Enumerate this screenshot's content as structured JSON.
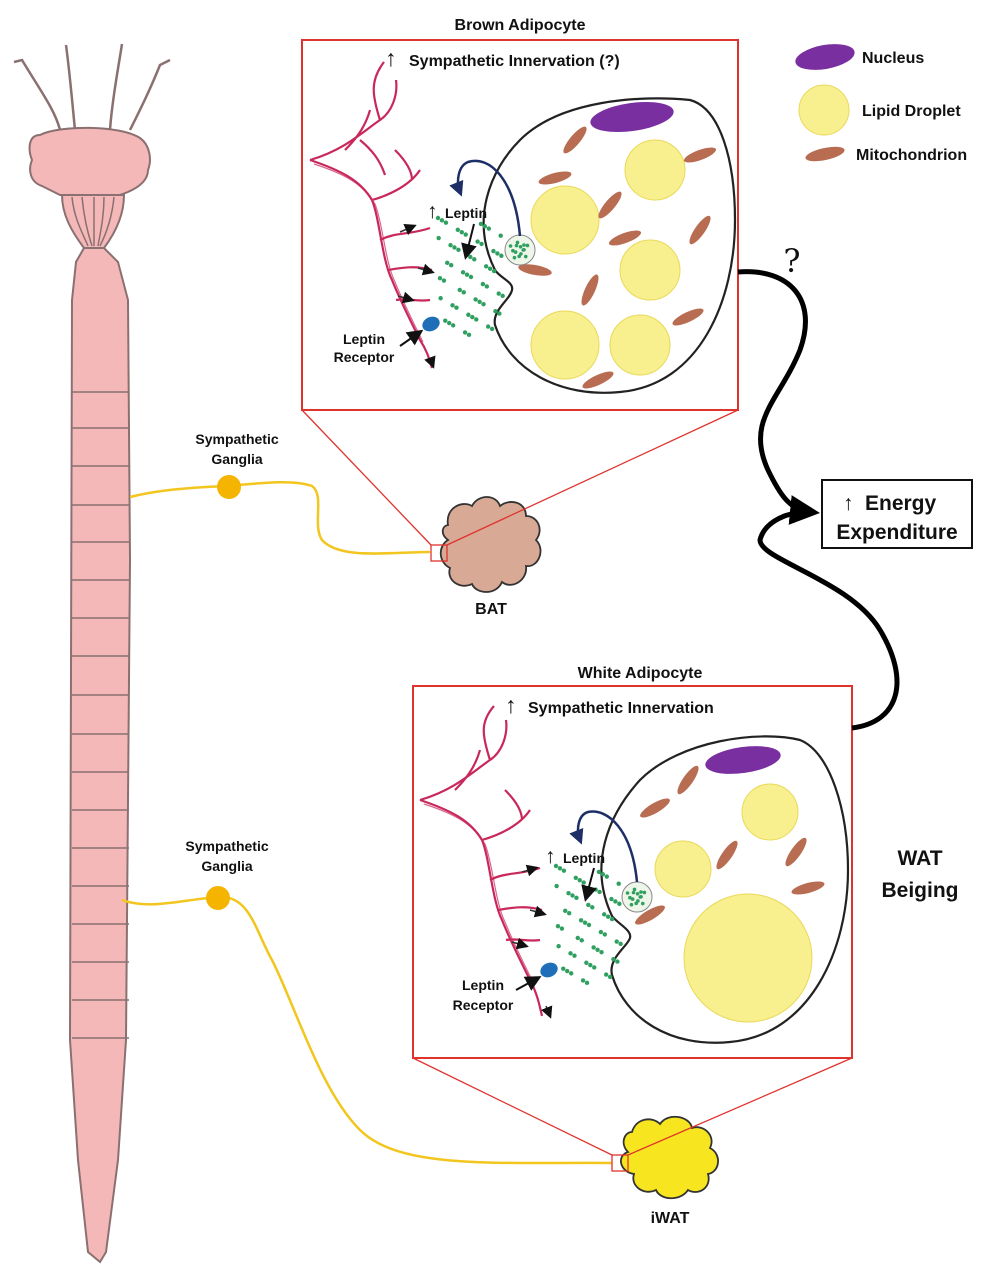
{
  "brown_panel": {
    "title": "Brown Adipocyte",
    "header": "Sympathetic Innervation (?)",
    "leptin": "Leptin",
    "receptor_line1": "Leptin",
    "receptor_line2": "Receptor"
  },
  "white_panel": {
    "title": "White Adipocyte",
    "header": "Sympathetic Innervation",
    "leptin": "Leptin",
    "receptor_line1": "Leptin",
    "receptor_line2": "Receptor"
  },
  "legend": {
    "nucleus": "Nucleus",
    "lipid_droplet": "Lipid Droplet",
    "mitochondrion": "Mitochondrion"
  },
  "up_arrow": "↑",
  "question_mark": "?",
  "energy": {
    "line1": "Energy",
    "line2": "Expenditure"
  },
  "wat_beiging": {
    "line1": "WAT",
    "line2": "Beiging"
  },
  "ganglia_upper": {
    "line1": "Sympathetic",
    "line2": "Ganglia"
  },
  "ganglia_lower": {
    "line1": "Sympathetic",
    "line2": "Ganglia"
  },
  "bat_label": "BAT",
  "iwat_label": "iWAT",
  "colors": {
    "spine_fill": "#f5b8b8",
    "spine_stroke": "#8a7070",
    "nerve": "#f2c61f",
    "ganglion": "#f4b400",
    "panel_border": "#e0332e",
    "vessel": "#c8285a",
    "nucleus": "#7a2fa0",
    "lipid": "#f8ef8e",
    "mitochondrion": "#b86c52",
    "leptin_dot": "#2fa060",
    "arrow_blue": "#1d2f66",
    "receptor": "#1f6fb8",
    "bat_fill": "#d8aa96",
    "iwat_fill": "#f6e51f"
  }
}
